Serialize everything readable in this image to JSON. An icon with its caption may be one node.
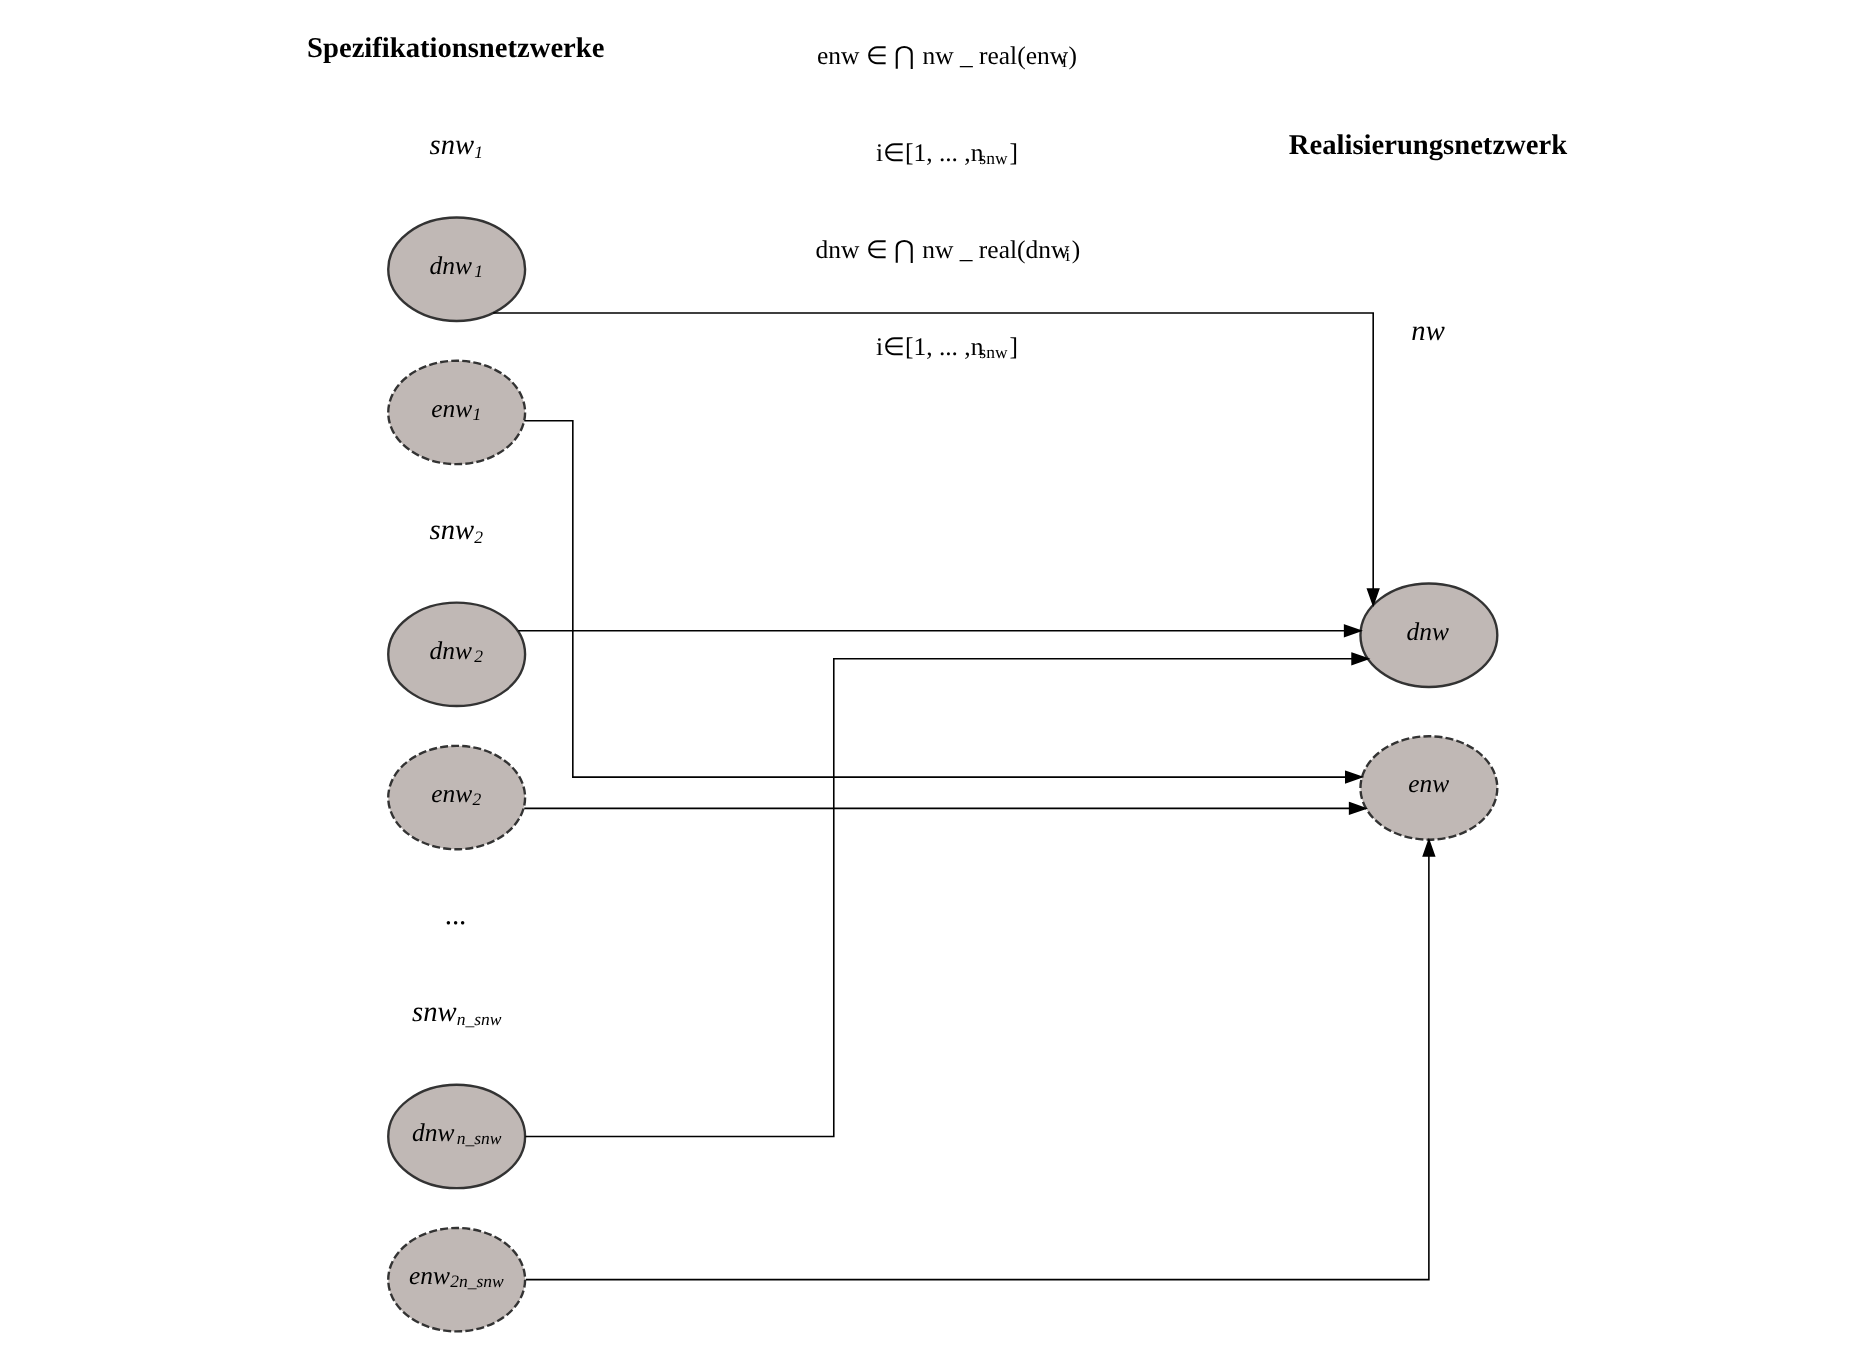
{
  "diagram": {
    "nodes": [
      {
        "text": [
          "dnw$_{1}$"
        ]
      },
      {
        "text": [
          "enw$_{1}$"
        ]
      },
      {
        "text": [
          "dnw$_{2}$"
        ]
      },
      {
        "text": [
          "enw$_{2}$"
        ]
      },
      {
        "text": [
          "dnw$_{n_snw}$"
        ]
      },
      {
        "text": [
          "enw$_{2n_snw}$"
        ]
      },
      {
        "text": [
          "dnw"
        ]
      },
      {
        "text": [
          "enw"
        ]
      }
    ],
    "edges": [
      {
        "from": 1,
        "to": 7,
        "arrow": "to"
      },
      {
        "from": 3,
        "to": 7,
        "arrow": "to"
      },
      {
        "from": 5,
        "to": 7,
        "arrow": "to"
      },
      {
        "from": 0,
        "to": 6,
        "arrow": "to"
      },
      {
        "from": 2,
        "to": 6,
        "arrow": "to"
      },
      {
        "from": 4,
        "to": 6,
        "arrow": "to"
      }
    ],
    "labels": [
      "Spezifikationsnetzwerke",
      "Realisierungsnetzwerk",
      "snw$_{1}$",
      "enw ∈ ⋂ nw _ real(enw$_{i}$)",
      "i∈[1, ... ,n$_{snw}$]",
      "snw$_{2}$",
      "nw",
      "...",
      "snw$_{n_snw}$",
      "dnw ∈ ⋂ nw _ real(dnw$_{i}$)",
      "i∈[1, ... ,n$_{snw}$]"
    ]
  }
}
